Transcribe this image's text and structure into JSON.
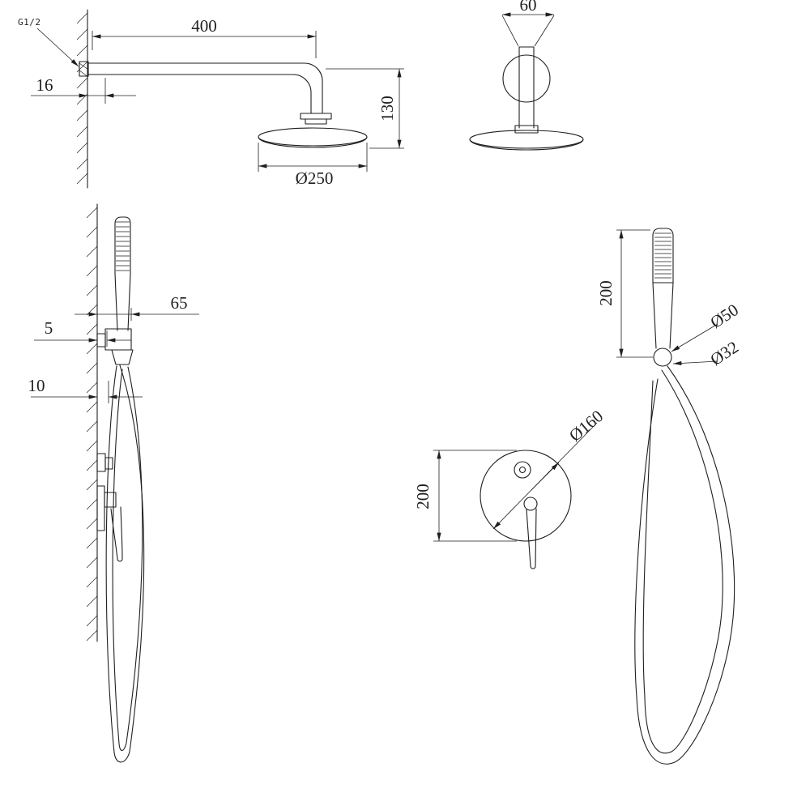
{
  "meta": {
    "type": "technical-drawing",
    "subject": "concealed shower set installation dimensions",
    "background": "#ffffff",
    "line_color": "#1f1f1f"
  },
  "rain_shower_side": {
    "thread": "G1/2",
    "arm_length": "400",
    "wall_offset": "16",
    "drop_height": "130",
    "head_diameter": "Ø250"
  },
  "rain_shower_front": {
    "hub_width": "60"
  },
  "wall_profile": {
    "holder_depth": "65",
    "plate_gap": "5",
    "outlet_gap": "10"
  },
  "hand_shower": {
    "length": "200",
    "holder_diameter": "Ø50",
    "connector_diameter": "Ø32"
  },
  "mixer": {
    "height": "200",
    "plate_diameter": "Ø160"
  }
}
